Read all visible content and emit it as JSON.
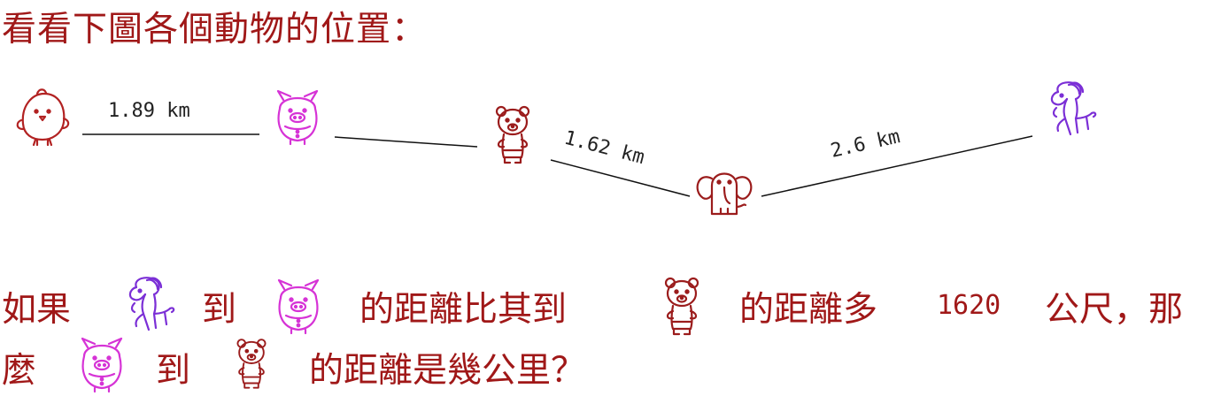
{
  "title": "看看下圖各個動物的位置：",
  "distances": {
    "chick_pig": "1.89 km",
    "bear_elephant": "1.62 km",
    "elephant_horse": "2.6 km"
  },
  "animals": {
    "chick": {
      "icon": "chick-icon",
      "color": "#b22222"
    },
    "pig": {
      "icon": "pig-icon",
      "color": "#d633d6"
    },
    "bear": {
      "icon": "bear-icon",
      "color": "#9b1c1c"
    },
    "elephant": {
      "icon": "elephant-icon",
      "color": "#9b1c1c"
    },
    "horse": {
      "icon": "horse-icon",
      "color": "#7b2fd6"
    }
  },
  "question": {
    "line1": {
      "p1": "如果",
      "p2": "到",
      "p3": "的距離比其到",
      "p4": "的距離多",
      "number": "1620",
      "p5": "公尺，那"
    },
    "line2": {
      "p1": "麼",
      "p2": "到",
      "p3": "的距離是幾公里？"
    }
  }
}
